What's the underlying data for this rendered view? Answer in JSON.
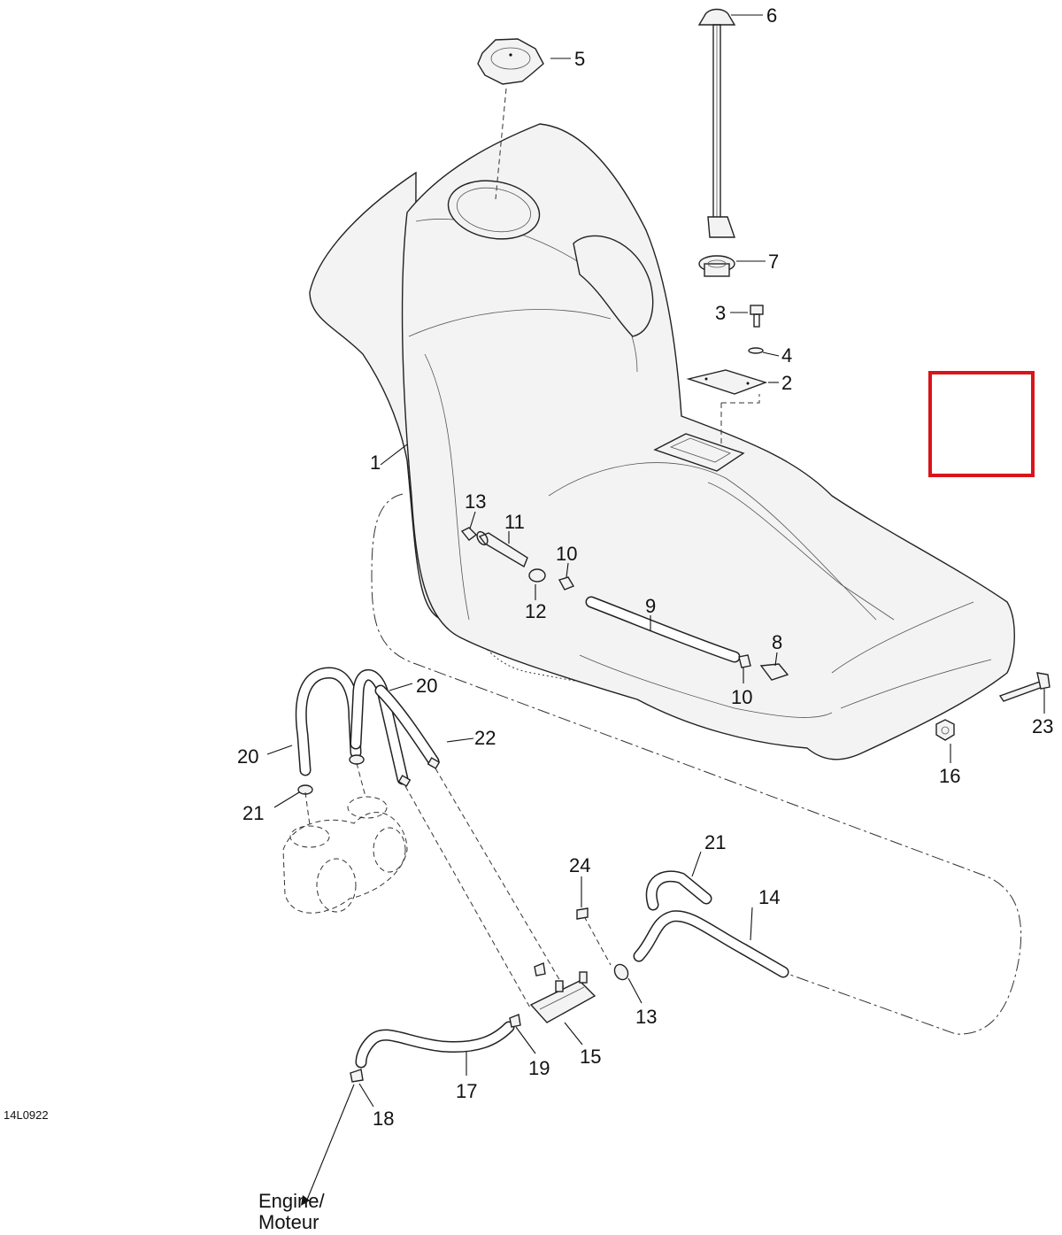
{
  "diagram": {
    "reference_code": "14L0922",
    "destination_label_line1": "Engine/",
    "destination_label_line2": "Moteur",
    "highlight_color": "#d9141b",
    "callouts": [
      {
        "id": "1",
        "label": "1"
      },
      {
        "id": "2",
        "label": "2"
      },
      {
        "id": "3",
        "label": "3"
      },
      {
        "id": "4",
        "label": "4"
      },
      {
        "id": "5",
        "label": "5"
      },
      {
        "id": "6",
        "label": "6"
      },
      {
        "id": "7",
        "label": "7"
      },
      {
        "id": "8",
        "label": "8"
      },
      {
        "id": "9",
        "label": "9"
      },
      {
        "id": "10a",
        "label": "10"
      },
      {
        "id": "10b",
        "label": "10"
      },
      {
        "id": "11",
        "label": "11"
      },
      {
        "id": "12",
        "label": "12"
      },
      {
        "id": "13a",
        "label": "13"
      },
      {
        "id": "13b",
        "label": "13"
      },
      {
        "id": "14",
        "label": "14"
      },
      {
        "id": "15",
        "label": "15"
      },
      {
        "id": "16",
        "label": "16"
      },
      {
        "id": "17",
        "label": "17"
      },
      {
        "id": "18",
        "label": "18"
      },
      {
        "id": "19",
        "label": "19"
      },
      {
        "id": "20a",
        "label": "20"
      },
      {
        "id": "20b",
        "label": "20"
      },
      {
        "id": "21a",
        "label": "21"
      },
      {
        "id": "21b",
        "label": "21"
      },
      {
        "id": "22",
        "label": "22"
      },
      {
        "id": "23",
        "label": "23"
      },
      {
        "id": "24",
        "label": "24"
      }
    ]
  }
}
